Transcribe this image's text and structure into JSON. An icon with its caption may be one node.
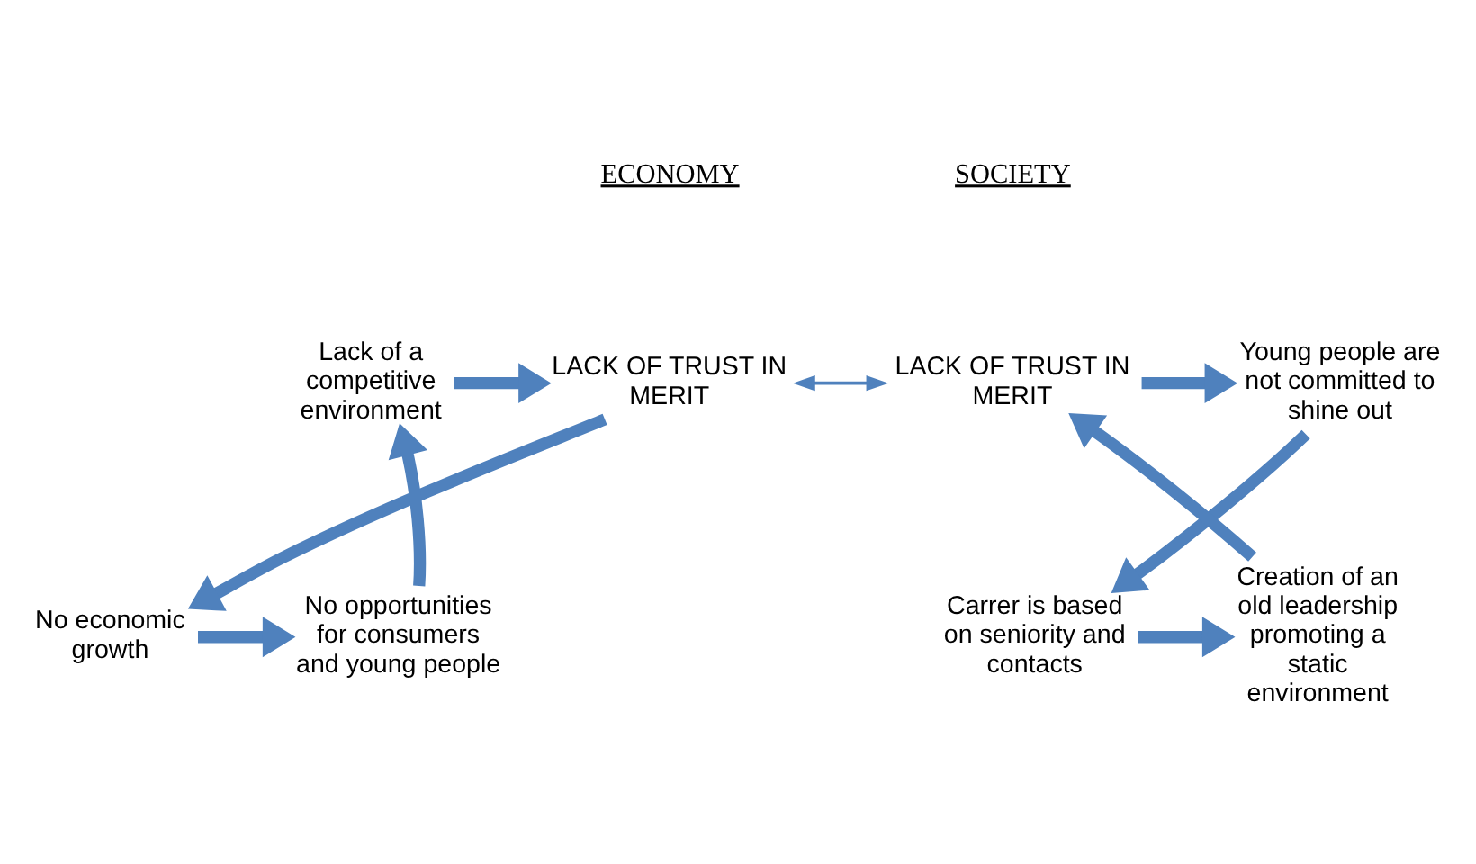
{
  "diagram": {
    "nodes": [
      {
        "text": [
          "Lack of a competitive environment"
        ]
      },
      {
        "text": [
          "LACK OF TRUST IN MERIT"
        ]
      },
      {
        "text": [
          "No economic growth"
        ]
      },
      {
        "text": [
          "No opportunities for consumers and young people"
        ]
      },
      {
        "text": [
          "LACK OF TRUST IN MERIT"
        ]
      },
      {
        "text": [
          "Young people are not committed to shine out"
        ]
      },
      {
        "text": [
          "Carrer is based on seniority and contacts"
        ]
      },
      {
        "text": [
          "Creation of an old leadership promoting a static environment"
        ]
      }
    ],
    "edges": [
      {
        "from": 0,
        "to": 1,
        "arrow": "to"
      },
      {
        "from": 1,
        "to": 2,
        "arrow": "to"
      },
      {
        "from": 2,
        "to": 3,
        "arrow": "to"
      },
      {
        "from": 3,
        "to": 0,
        "arrow": "to"
      },
      {
        "from": 1,
        "to": 4,
        "arrow": "both"
      },
      {
        "from": 4,
        "to": 5,
        "arrow": "to"
      },
      {
        "from": 5,
        "to": 6,
        "arrow": "to"
      },
      {
        "from": 6,
        "to": 7,
        "arrow": "to"
      },
      {
        "from": 7,
        "to": 4,
        "arrow": "to"
      }
    ],
    "labels": [
      "ECONOMY",
      "SOCIETY"
    ]
  }
}
